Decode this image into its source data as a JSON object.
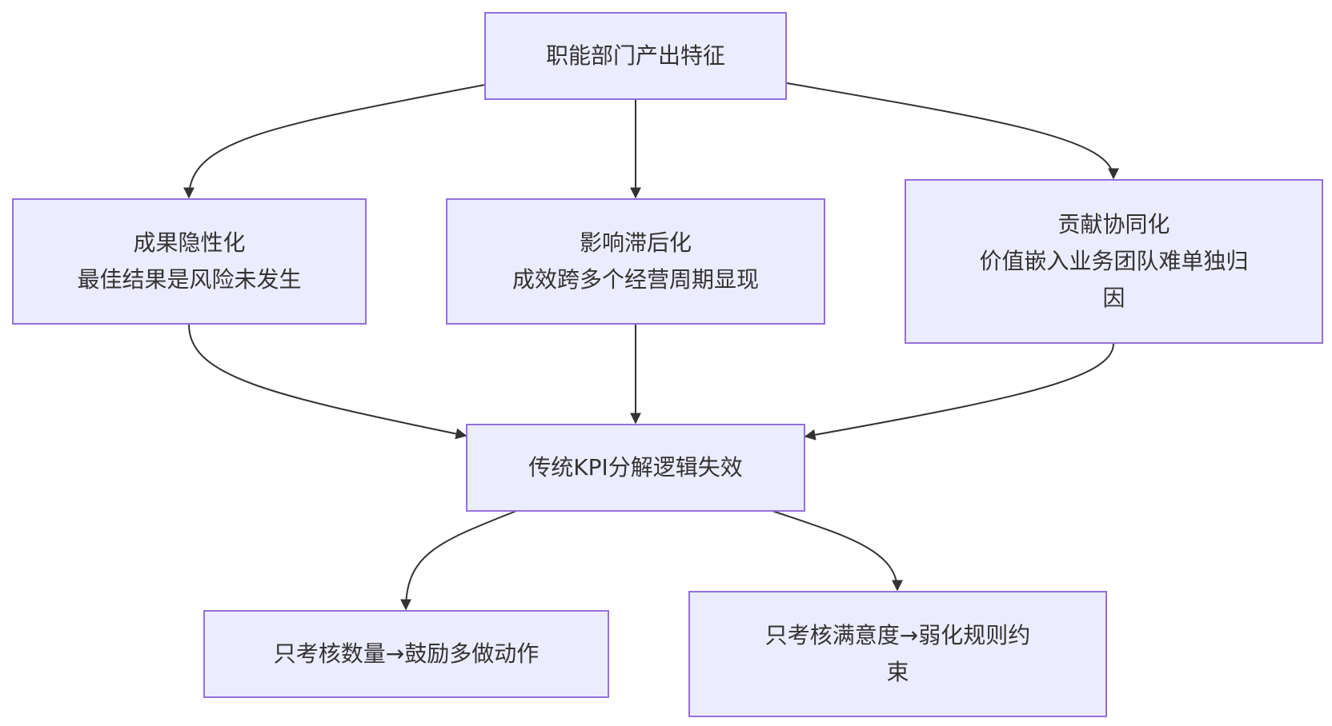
{
  "diagram": {
    "nodes": {
      "top": {
        "lines": [
          "职能部门产出特征"
        ]
      },
      "hidden": {
        "lines": [
          "成果隐性化",
          "最佳结果是风险未发生"
        ]
      },
      "lag": {
        "lines": [
          "影响滞后化",
          "成效跨多个经营周期显现"
        ]
      },
      "synergy": {
        "lines": [
          "贡献协同化",
          "价值嵌入业务团队难单独归",
          "因"
        ]
      },
      "kpi": {
        "lines": [
          "传统KPI分解逻辑失效"
        ]
      },
      "quantity": {
        "lines": [
          "只考核数量→鼓励多做动作"
        ]
      },
      "satisfaction": {
        "lines": [
          "只考核满意度→弱化规则约",
          "束"
        ]
      }
    },
    "edges": [
      {
        "from": "top",
        "to": "hidden"
      },
      {
        "from": "top",
        "to": "lag"
      },
      {
        "from": "top",
        "to": "synergy"
      },
      {
        "from": "hidden",
        "to": "kpi"
      },
      {
        "from": "lag",
        "to": "kpi"
      },
      {
        "from": "synergy",
        "to": "kpi"
      },
      {
        "from": "kpi",
        "to": "quantity"
      },
      {
        "from": "kpi",
        "to": "satisfaction"
      }
    ],
    "colors": {
      "node_fill": "#ececff",
      "node_border": "#9370db",
      "edge": "#333333",
      "text": "#333333"
    }
  }
}
